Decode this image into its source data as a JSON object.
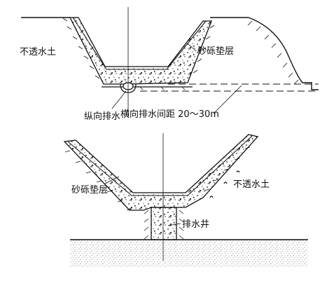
{
  "upper_figure": {
    "labels": {
      "impermeable_soil": "不透水土",
      "gravel_cushion": "砂砾垫层",
      "longitudinal_drain": "纵向排水",
      "transverse_drain_spacing": "横向排水间距 20～30m"
    }
  },
  "lower_figure": {
    "labels": {
      "gravel_cushion": "砂砾垫层",
      "impermeable_soil": "不透水土",
      "drainage_well": "排水井"
    }
  },
  "colors": {
    "ink": "#111111",
    "background": "#ffffff"
  }
}
